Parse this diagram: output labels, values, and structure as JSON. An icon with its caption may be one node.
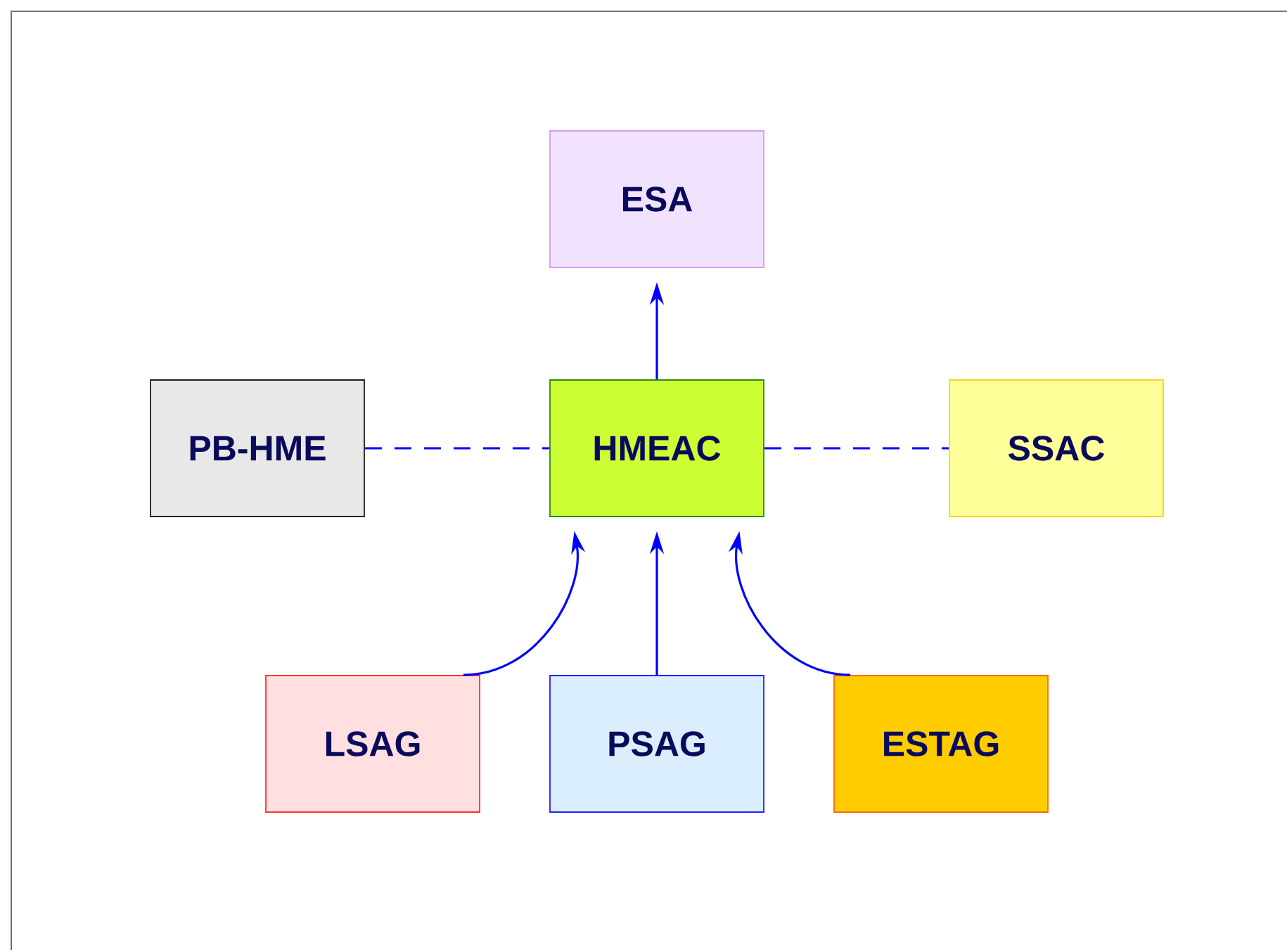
{
  "diagram": {
    "nodes": [
      {
        "text": [
          "ESA"
        ]
      },
      {
        "text": [
          "PB-HME"
        ]
      },
      {
        "text": [
          "HMEAC"
        ]
      },
      {
        "text": [
          "SSAC"
        ]
      },
      {
        "text": [
          "LSAG"
        ]
      },
      {
        "text": [
          "PSAG"
        ]
      },
      {
        "text": [
          "ESTAG"
        ]
      }
    ],
    "edges": [
      {
        "from": 2,
        "to": 0,
        "arrow": "to"
      },
      {
        "from": 1,
        "to": 2,
        "arrow": "none",
        "style": "dashed"
      },
      {
        "from": 2,
        "to": 3,
        "arrow": "none",
        "style": "dashed"
      },
      {
        "from": 4,
        "to": 2,
        "arrow": "to"
      },
      {
        "from": 5,
        "to": 2,
        "arrow": "to"
      },
      {
        "from": 6,
        "to": 2,
        "arrow": "to"
      }
    ]
  }
}
